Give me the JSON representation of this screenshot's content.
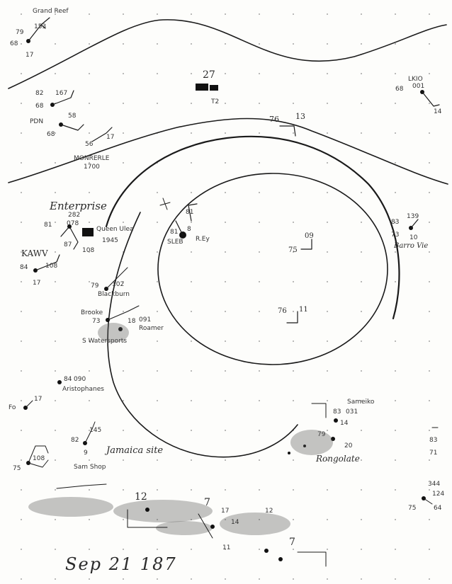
{
  "date_label": "Sep 21 187",
  "isobars": {
    "inner_ring_label": "75",
    "inner_ring_label_2": "76",
    "outer_front_label": "76",
    "outer_front_label_2": "13",
    "ring_tick_09": "09",
    "ring_tick_11": "11"
  },
  "stations": {
    "top_left": {
      "label": "Grand Reef",
      "values": [
        "79",
        "153",
        "68",
        "17"
      ]
    },
    "upper_left_a": {
      "values": [
        "82",
        "167",
        "68"
      ]
    },
    "upper_left_b": {
      "label": "PDN",
      "values": [
        "68",
        "58",
        "56"
      ]
    },
    "honolulu_bottom": {
      "label": "MONRERLE",
      "values": [
        "17",
        "1700"
      ]
    },
    "top_center": {
      "values": [
        "27",
        "T2"
      ]
    },
    "top_right": {
      "label": "LKIO",
      "values": [
        "68",
        "001",
        "14"
      ]
    },
    "left_mid": {
      "label": "Enterprise",
      "values": [
        "81",
        "282",
        "078",
        "87",
        "108"
      ]
    },
    "left_mid_2": {
      "label": "Queen Ulea",
      "values": [
        "1945"
      ]
    },
    "kawv": {
      "label": "KAWV",
      "values": [
        "84",
        "108",
        "17"
      ]
    },
    "right_mid": {
      "label": "Barro Vie",
      "values": [
        "83",
        "139",
        "73",
        "10"
      ]
    },
    "center_top": {
      "values": [
        "81",
        "81",
        "8"
      ]
    },
    "center_top_2": {
      "label": "SLEB",
      "values": [
        "R.Ey"
      ]
    },
    "center_left_a": {
      "label": "Blackburn",
      "values": [
        "79",
        "102"
      ]
    },
    "center_left_b": {
      "label": "Brooke",
      "values": [
        "73",
        "091"
      ]
    },
    "center_left_c": {
      "label": "Roamer",
      "values": [
        "18"
      ]
    },
    "watersports": {
      "label": "S Watersports",
      "values": []
    },
    "aristophanes": {
      "label": "Aristophanes",
      "values": [
        "84",
        "090"
      ]
    },
    "far_left": {
      "label": "Fo",
      "values": [
        "17"
      ]
    },
    "lower_left": {
      "label": "Sam Shop",
      "values": [
        "82",
        "145",
        "9"
      ]
    },
    "lower_left_2": {
      "label": "Jamaica site",
      "values": []
    },
    "lower_left_3": {
      "values": [
        "75",
        "108"
      ]
    },
    "lower_right_a": {
      "label": "Sameiko",
      "values": [
        "83",
        "031",
        "14"
      ]
    },
    "lower_right_b": {
      "label": "Rongolate",
      "values": [
        "79",
        "20"
      ]
    },
    "far_right": {
      "values": [
        "83",
        "71"
      ]
    },
    "bottom_right": {
      "values": [
        "344",
        "124",
        "75",
        "64"
      ]
    },
    "bottom_mid": {
      "values": [
        "12",
        "7",
        "17",
        "14",
        "7",
        "12",
        "11"
      ]
    }
  }
}
